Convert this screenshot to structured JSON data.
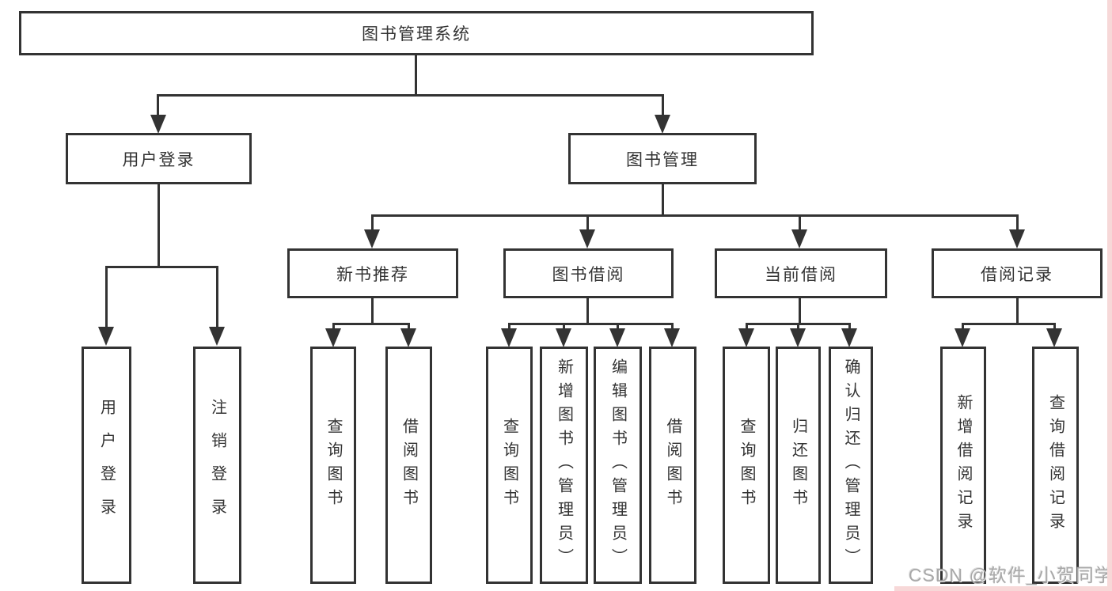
{
  "diagram": {
    "root": {
      "label": "图书管理系统"
    },
    "level2": [
      {
        "label": "用户登录"
      },
      {
        "label": "图书管理"
      }
    ],
    "level3": [
      {
        "label": "新书推荐"
      },
      {
        "label": "图书借阅"
      },
      {
        "label": "当前借阅"
      },
      {
        "label": "借阅记录"
      }
    ],
    "leaves": [
      {
        "label": "用户登录"
      },
      {
        "label": "注销登录"
      },
      {
        "label": "查询图书"
      },
      {
        "label": "借阅图书"
      },
      {
        "label": "查询图书"
      },
      {
        "label": "新增图书（管理员）"
      },
      {
        "label": "编辑图书（管理员）"
      },
      {
        "label": "借阅图书"
      },
      {
        "label": "查询图书"
      },
      {
        "label": "归还图书"
      },
      {
        "label": "确认归还（管理员）"
      },
      {
        "label": "新增借阅记录"
      },
      {
        "label": "查询借阅记录"
      }
    ]
  },
  "watermark": {
    "text": "CSDN @软件_小贺同学"
  },
  "colors": {
    "line": "#333333",
    "box_border": "#333333",
    "text": "#333333",
    "background": "#ffffff",
    "watermark": "#a8a8a8",
    "edge_tint": "#f7d8d8"
  }
}
